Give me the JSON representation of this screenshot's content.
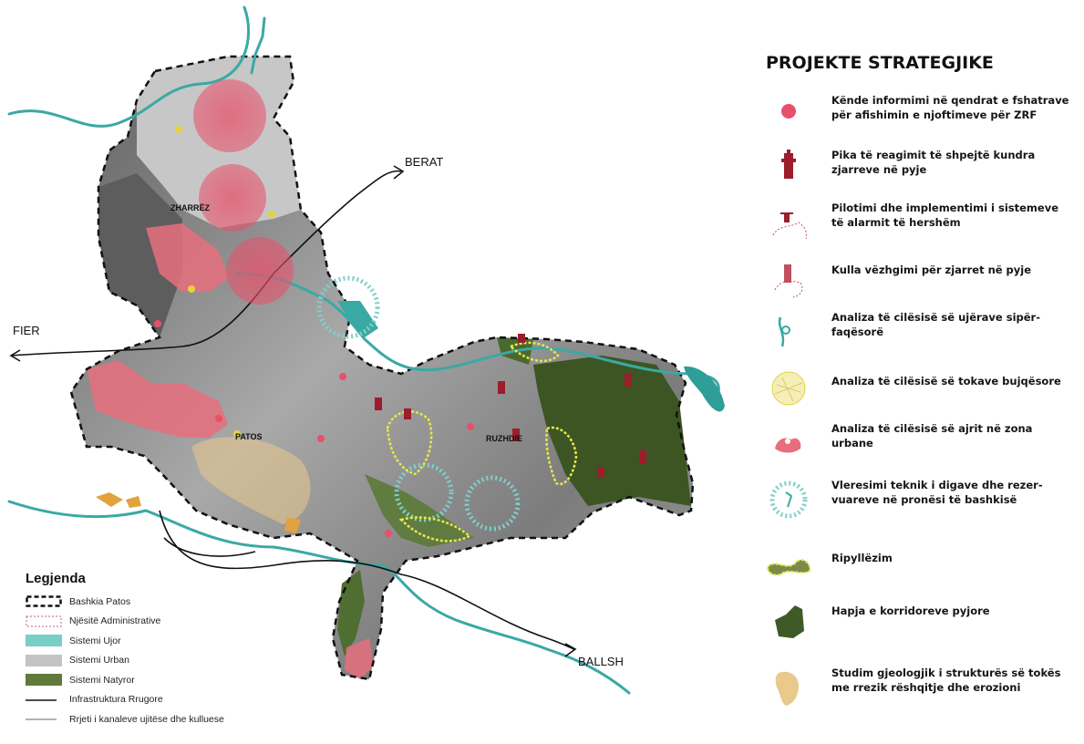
{
  "labels": {
    "berat": "BERAT",
    "fier": "FIER",
    "ballsh": "BALLSH",
    "zharrez": "ZHARRËZ",
    "patos": "PATOS",
    "ruzhdie": "RUZHDIE"
  },
  "legend": {
    "title": "Legjenda",
    "items": [
      {
        "label": "Bashkia Patos",
        "symbol": "dashed-boundary",
        "color": "#111111"
      },
      {
        "label": "Njësitë Administrative",
        "symbol": "dotted-boundary",
        "color": "#c0607a"
      },
      {
        "label": "Sistemi Ujor",
        "symbol": "fill",
        "color": "#78cfc7"
      },
      {
        "label": "Sistemi Urban",
        "symbol": "fill",
        "color": "#c4c4c4"
      },
      {
        "label": "Sistemi Natyror",
        "symbol": "fill",
        "color": "#5f7a3a"
      },
      {
        "label": "Infrastruktura Rrugore",
        "symbol": "line",
        "color": "#111111"
      },
      {
        "label": "Rrjeti i kanaleve ujitëse dhe kulluese",
        "symbol": "line",
        "color": "#999999"
      }
    ]
  },
  "strategic": {
    "title": "PROJEKTE STRATEGJIKE",
    "items": [
      {
        "icon": "info-point-icon",
        "line1": "Kënde informimi në qendrat e fshatrave",
        "line2": "për afishimin e njoftimeve për ZRF"
      },
      {
        "icon": "fire-hydrant-icon",
        "line1": "Pika të reagimit të shpejtë kundra",
        "line2": "zjarreve në pyje"
      },
      {
        "icon": "alarm-system-icon",
        "line1": "Pilotimi dhe implementimi i sistemeve",
        "line2": "të alarmit të hershëm"
      },
      {
        "icon": "watchtower-icon",
        "line1": "Kulla vëzhgimi për zjarret në pyje",
        "line2": ""
      },
      {
        "icon": "water-quality-icon",
        "line1": "Analiza të cilësisë së ujërave sipër-",
        "line2": "faqësorë"
      },
      {
        "icon": "soil-quality-icon",
        "line1": "Analiza të cilësisë së tokave bujqësore",
        "line2": ""
      },
      {
        "icon": "air-quality-icon",
        "line1": "Analiza të cilësisë së ajrit në zona",
        "line2": "urbane"
      },
      {
        "icon": "dam-assessment-icon",
        "line1": "Vleresimi teknik i digave dhe rezer-",
        "line2": "vuareve në pronësi të bashkisë"
      },
      {
        "icon": "reforestation-icon",
        "line1": "Ripyllëzim",
        "line2": ""
      },
      {
        "icon": "forest-corridor-icon",
        "line1": "Hapja e korridoreve pyjore",
        "line2": ""
      },
      {
        "icon": "geology-study-icon",
        "line1": "Studim gjeologjik i  strukturës së tokës",
        "line2": "me rrezik rëshqitje dhe erozioni"
      }
    ]
  },
  "colors": {
    "info": "#e8506a",
    "water": "#3aa9a4",
    "urban_dark": "#6e6e6e",
    "urban_light": "#c9c9c9",
    "forest": "#3f5a26",
    "reforest": "#e4e84a",
    "geology": "#e9c98c"
  }
}
